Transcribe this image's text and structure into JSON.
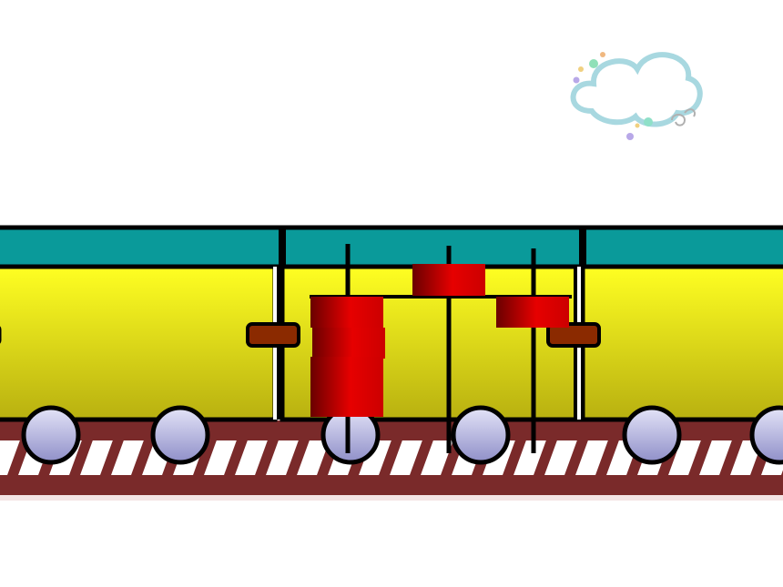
{
  "scene": {
    "description_free": true,
    "colors": {
      "background": "#ffffff",
      "roof": "#0a9a9a",
      "body_top": "#ffff22",
      "body_bottom": "#b8b010",
      "outline": "#000000",
      "coupler": "#8b2a00",
      "disc_light": "#e60000",
      "disc_dark": "#6a0000",
      "wheel_top": "#d6d6f2",
      "wheel_bottom": "#8f8fc8",
      "rail": "#7a2a2a",
      "sleeper": "#ffffff",
      "cloud": "#a8d8e0"
    },
    "icons": {
      "cloud": "cloud-icon",
      "wheel": "wheel-icon",
      "abacus_bead": "abacus-bead-icon"
    },
    "abacus": {
      "rods": [
        {
          "name": "rod-left",
          "beads": 4
        },
        {
          "name": "rod-middle",
          "beads": 1
        },
        {
          "name": "rod-right",
          "beads": 1
        }
      ]
    },
    "train": {
      "cars": 3,
      "wheels": 6
    }
  }
}
